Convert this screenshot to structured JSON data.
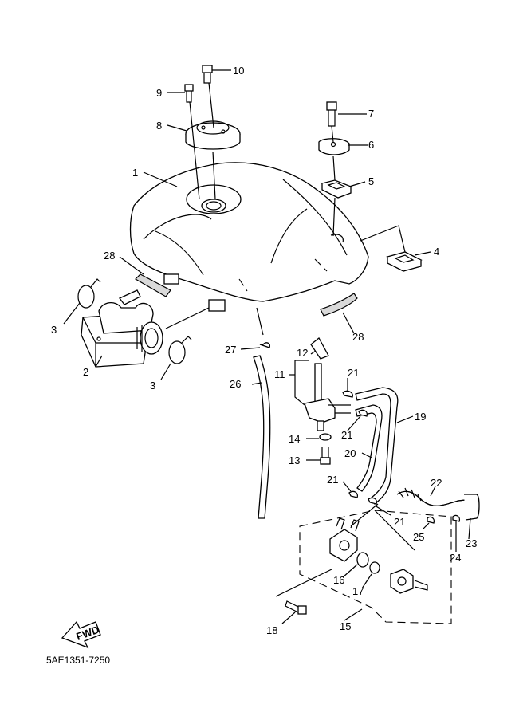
{
  "diagram": {
    "part_numbers": [
      "1",
      "2",
      "3",
      "4",
      "5",
      "6",
      "7",
      "8",
      "9",
      "10",
      "11",
      "12",
      "13",
      "14",
      "15",
      "16",
      "17",
      "18",
      "19",
      "20",
      "21",
      "22",
      "23",
      "24",
      "25",
      "26",
      "27",
      "28"
    ],
    "drawing_code": "5AE1351-7250",
    "fwd_badge": "FWD"
  }
}
